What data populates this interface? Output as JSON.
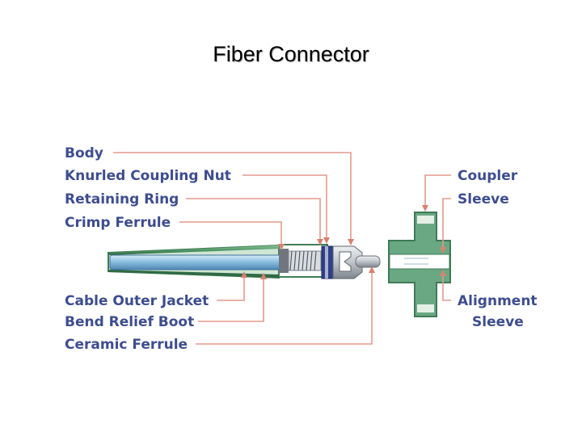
{
  "title": "Fiber Connector",
  "labels": {
    "body": "Body",
    "knurled_coupling_nut": "Knurled Coupling Nut",
    "retaining_ring": "Retaining Ring",
    "crimp_ferrule": "Crimp Ferrule",
    "cable_outer_jacket": "Cable Outer Jacket",
    "bend_relief_boot": "Bend Relief Boot",
    "ceramic_ferrule": "Ceramic Ferrule",
    "coupler": "Coupler",
    "sleeve": "Sleeve",
    "alignment": "Alignment",
    "alignment_sleeve": "Sleeve"
  },
  "colors": {
    "label_text": "#3d4d8e",
    "leader_line": "#e39a8c",
    "boot_green": "#5aa272",
    "cable_blue": "#7fb4d8",
    "coupler_green": "#5f9e78",
    "metal_gray": "#b9bec4"
  }
}
